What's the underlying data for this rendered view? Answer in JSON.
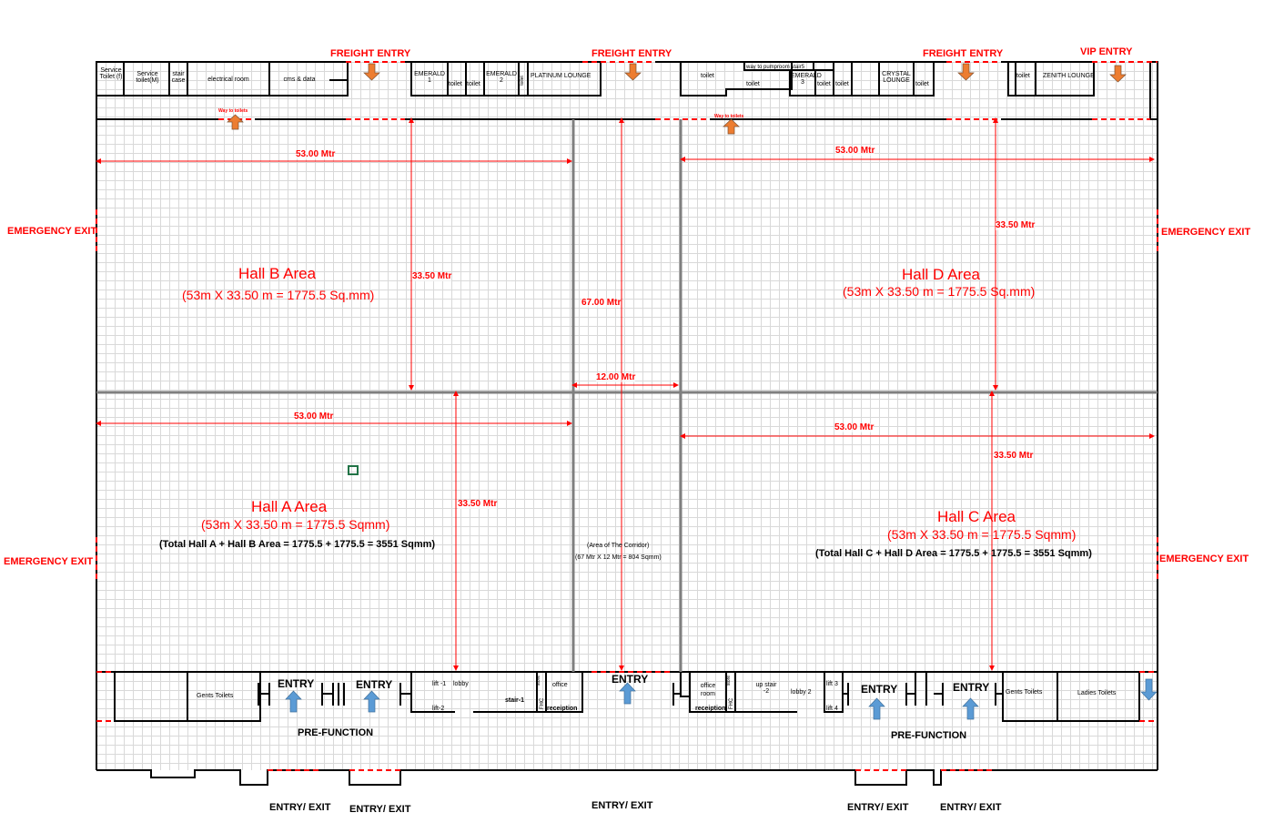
{
  "colors": {
    "dimension": "#ff0000",
    "arrow_freight": "#ed7d31",
    "arrow_entry": "#5b9bd5",
    "wall": "#000000",
    "divider": "#7f7f7f"
  },
  "top_labels": {
    "freight_entry": "FREIGHT ENTRY",
    "vip_entry": "VIP ENTRY",
    "way_to_toilets": "Way to toilets"
  },
  "top_rooms": [
    "Service Toilet (f)",
    "Service toilet(M)",
    "stair case",
    "electrical room",
    "cms & data",
    "EMERALD 1",
    "toilet",
    "toilet",
    "EMERALD 2",
    "toilet",
    "PLATINUM LOUNGE",
    "toilet",
    "way to pumproom stair5",
    "toilet",
    "EMERALD 3",
    "toilet",
    "toilet",
    "CRYSTAL LOUNGE",
    "toilet",
    "toilet",
    "ZENITH LOUNGE"
  ],
  "emergency_exit": "EMERGENCY EXIT",
  "halls": {
    "b": {
      "title": "Hall B Area",
      "sub": "(53m X 33.50 m = 1775.5 Sq.mm)"
    },
    "d": {
      "title": "Hall D Area",
      "sub": "(53m X 33.50 m = 1775.5 Sq.mm)"
    },
    "a": {
      "title": "Hall A Area",
      "sub": "(53m X 33.50 m = 1775.5 Sqmm)",
      "total": "(Total Hall A + Hall B Area = 1775.5 + 1775.5 = 3551 Sqmm)"
    },
    "c": {
      "title": "Hall C Area",
      "sub": "(53m X 33.50 m = 1775.5 Sqmm)",
      "total": "(Total Hall C + Hall D Area = 1775.5 + 1775.5 = 3551 Sqmm)"
    }
  },
  "dimensions": {
    "width": "53.00 Mtr",
    "depth": "33.50 Mtr",
    "corridor_length": "67.00 Mtr",
    "corridor_width": "12.00 Mtr"
  },
  "corridor": {
    "line1": "(Area of The Corridor)",
    "line2": "(67 Mtr X 12 Mtr = 804 Sqmm)"
  },
  "bottom_rooms": {
    "gents": "Gents Toilets",
    "ladies": "Ladies Toilets",
    "lift1": "lift -1",
    "lift2": "lift-2",
    "lobby": "lobby",
    "stair1": "stair-1",
    "store": "store",
    "fhc": "FHC",
    "office": "office",
    "reception": "receiption",
    "office_room": "office room",
    "up_stair2": "up stair -2",
    "lobby2": "lobby 2",
    "lift3": "lift 3",
    "lift4": "lift 4"
  },
  "entry": "ENTRY",
  "pre_function": "PRE-FUNCTION",
  "entry_exit": "ENTRY/ EXIT"
}
